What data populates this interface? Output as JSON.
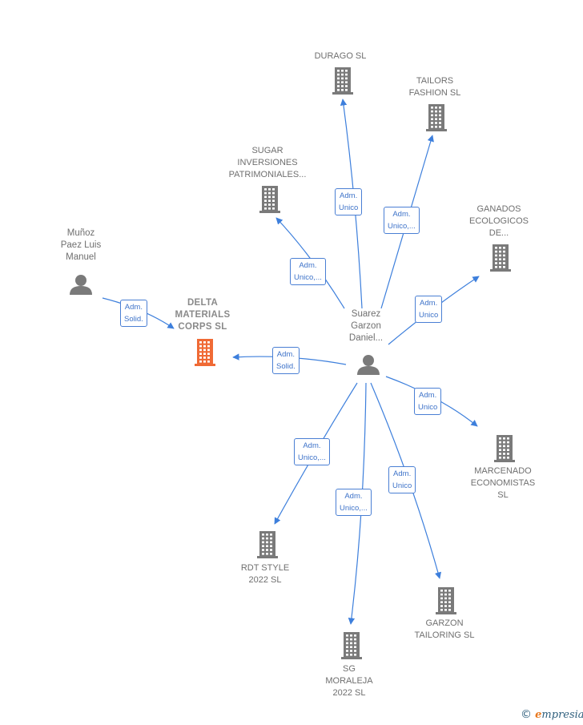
{
  "colors": {
    "edge": "#3d7fdc",
    "building": "#7a7a7a",
    "building_main": "#f06a35",
    "person": "#7a7a7a"
  },
  "nodes": {
    "durago": {
      "name": "DURAGO SL",
      "icon": "building-icon"
    },
    "tailors": {
      "name": "TAILORS\nFASHION  SL",
      "icon": "building-icon"
    },
    "sugar": {
      "name": "SUGAR\nINVERSIONES\nPATRIMONIALES...",
      "icon": "building-icon"
    },
    "ganados": {
      "name": "GANADOS\nECOLOGICOS\nDE...",
      "icon": "building-icon"
    },
    "munoz": {
      "name": "Muñoz\nPaez Luis\nManuel",
      "icon": "person-icon"
    },
    "delta": {
      "name": "DELTA\nMATERIALS\nCORPS  SL",
      "icon": "building-icon"
    },
    "suarez": {
      "name": "Suarez\nGarzon\nDaniel...",
      "icon": "person-icon"
    },
    "marcenado": {
      "name": "MARCENADO\nECONOMISTAS\nSL",
      "icon": "building-icon"
    },
    "rdt": {
      "name": "RDT STYLE\n2022  SL",
      "icon": "building-icon"
    },
    "sg": {
      "name": "SG\nMORALEJA\n2022  SL",
      "icon": "building-icon"
    },
    "garzon": {
      "name": "GARZON\nTAILORING SL",
      "icon": "building-icon"
    }
  },
  "edges": {
    "durago": "Adm.\nUnico",
    "tailors": "Adm.\nUnico,...",
    "sugar": "Adm.\nUnico,...",
    "ganados": "Adm.\nUnico",
    "munoz": "Adm.\nSolid.",
    "delta": "Adm.\nSolid.",
    "marcenado": "Adm.\nUnico",
    "rdt": "Adm.\nUnico,...",
    "sg": "Adm.\nUnico,...",
    "garzon": "Adm.\nUnico"
  },
  "footer": {
    "copyright": "©",
    "brand_first": "e",
    "brand_rest": "mpresia"
  }
}
